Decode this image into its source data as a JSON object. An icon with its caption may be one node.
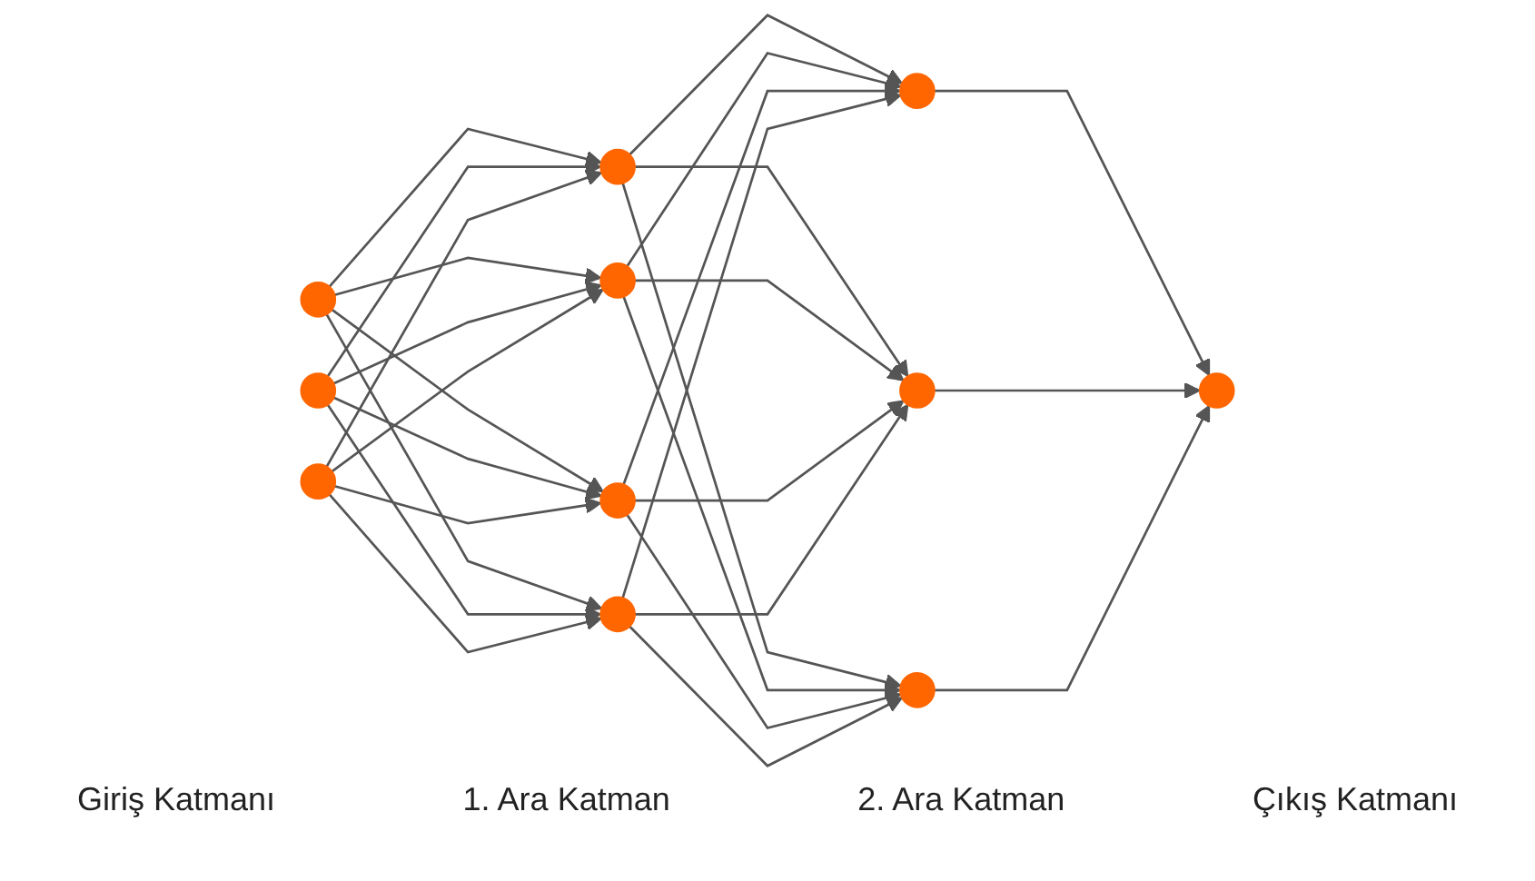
{
  "diagram": {
    "nodes": [
      {
        "text": [],
        "shape": "circle"
      },
      {
        "text": [],
        "shape": "circle"
      },
      {
        "text": [],
        "shape": "circle"
      },
      {
        "text": [],
        "shape": "circle"
      },
      {
        "text": [],
        "shape": "circle"
      },
      {
        "text": [],
        "shape": "circle"
      },
      {
        "text": [],
        "shape": "circle"
      },
      {
        "text": [],
        "shape": "circle"
      },
      {
        "text": [],
        "shape": "circle"
      },
      {
        "text": [],
        "shape": "circle"
      },
      {
        "text": [],
        "shape": "circle"
      }
    ],
    "edges": [
      {
        "from": 0,
        "to": 3,
        "arrow": "to"
      },
      {
        "from": 0,
        "to": 4,
        "arrow": "to"
      },
      {
        "from": 0,
        "to": 5,
        "arrow": "to"
      },
      {
        "from": 0,
        "to": 6,
        "arrow": "to"
      },
      {
        "from": 1,
        "to": 3,
        "arrow": "to"
      },
      {
        "from": 1,
        "to": 4,
        "arrow": "to"
      },
      {
        "from": 1,
        "to": 5,
        "arrow": "to"
      },
      {
        "from": 1,
        "to": 6,
        "arrow": "to"
      },
      {
        "from": 2,
        "to": 3,
        "arrow": "to"
      },
      {
        "from": 2,
        "to": 4,
        "arrow": "to"
      },
      {
        "from": 2,
        "to": 5,
        "arrow": "to"
      },
      {
        "from": 2,
        "to": 6,
        "arrow": "to"
      },
      {
        "from": 3,
        "to": 7,
        "arrow": "to"
      },
      {
        "from": 3,
        "to": 8,
        "arrow": "to"
      },
      {
        "from": 3,
        "to": 9,
        "arrow": "to"
      },
      {
        "from": 4,
        "to": 7,
        "arrow": "to"
      },
      {
        "from": 4,
        "to": 8,
        "arrow": "to"
      },
      {
        "from": 4,
        "to": 9,
        "arrow": "to"
      },
      {
        "from": 5,
        "to": 7,
        "arrow": "to"
      },
      {
        "from": 5,
        "to": 8,
        "arrow": "to"
      },
      {
        "from": 5,
        "to": 9,
        "arrow": "to"
      },
      {
        "from": 6,
        "to": 7,
        "arrow": "to"
      },
      {
        "from": 6,
        "to": 8,
        "arrow": "to"
      },
      {
        "from": 6,
        "to": 9,
        "arrow": "to"
      },
      {
        "from": 7,
        "to": 10,
        "arrow": "to"
      },
      {
        "from": 8,
        "to": 10,
        "arrow": "to"
      },
      {
        "from": 9,
        "to": 10,
        "arrow": "to"
      }
    ],
    "labels": [
      "Giriş Katmanı",
      "1. Ara Katman",
      "2. Ara Katman",
      "Çıkış Katmanı"
    ]
  }
}
